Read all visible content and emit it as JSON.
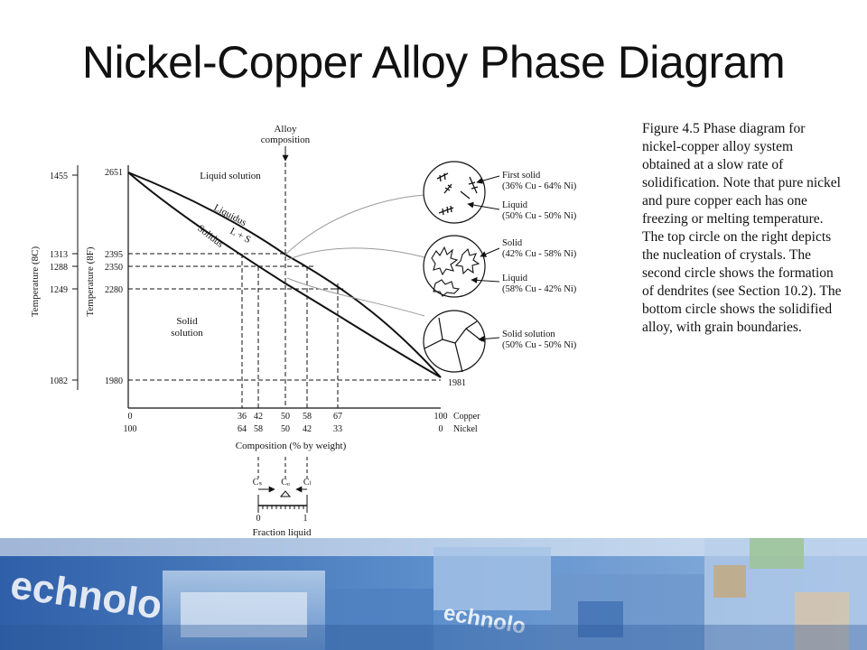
{
  "title": "Nickel-Copper Alloy Phase Diagram",
  "caption": "Figure 4.5  Phase diagram for nickel-copper alloy system obtained at a slow rate of solidification.  Note that pure nickel and pure copper each has one freezing or melting temperature.  The top circle on the right depicts the nucleation of crystals. The second circle shows the formation of dendrites (see Section 10.2).  The bottom circle shows the solidified alloy, with grain boundaries.",
  "diagram": {
    "alloy_composition_line1": "Alloy",
    "alloy_composition_line2": "composition",
    "temp_c_label": "Temperature  (8C)",
    "temp_f_label": "Temperature  (8F)",
    "c_ticks": [
      "1455",
      "1313",
      "1288",
      "1249",
      "1082"
    ],
    "f_ticks": [
      "2651",
      "2395",
      "2350",
      "2280",
      "1980"
    ],
    "copper_melting_f": "1981",
    "region_liquid_solution": "Liquid  solution",
    "region_solid_line1": "Solid",
    "region_solid_line2": "solution",
    "liquidus_label": "Liquidus",
    "solidus_label": "Solidus",
    "ls_label": "L  +  S",
    "x_top": [
      "0",
      "36",
      "42",
      "50",
      "58",
      "67",
      "100"
    ],
    "x_bottom": [
      "100",
      "64",
      "58",
      "50",
      "42",
      "33",
      "0"
    ],
    "copper_label": "Copper",
    "nickel_label": "Nickel",
    "composition_axis_label": "Composition  (%  by  weight)",
    "lever_cs": "Cₛ",
    "lever_co": "Cₒ",
    "lever_cl": "Cₗ",
    "fraction_zero": "0",
    "fraction_one": "1",
    "fraction_label": "Fraction  liquid",
    "callouts": [
      {
        "line1": "First  solid",
        "line2": "(36%  Cu  -  64%  Ni)"
      },
      {
        "line1": "Liquid",
        "line2": "(50%  Cu  -  50%  Ni)"
      },
      {
        "line1": "Solid",
        "line2": "(42%  Cu  -  58%  Ni)"
      },
      {
        "line1": "Liquid",
        "line2": "(58%  Cu  -  42%  Ni)"
      },
      {
        "line1": "Solid  solution",
        "line2": "(50%     Cu     -  50%  Ni)"
      }
    ]
  },
  "banner": {
    "text_large": "echnolo",
    "text_small": "echnolo"
  },
  "colors": {
    "ink": "#111111",
    "banner_blue": "#3f73b8",
    "banner_light": "#a9c6e6"
  }
}
